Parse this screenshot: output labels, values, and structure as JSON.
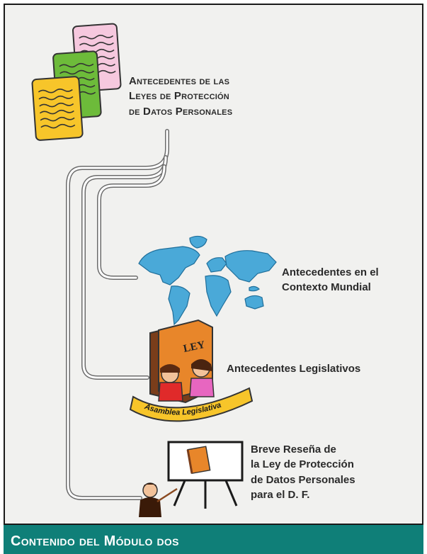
{
  "main_title": {
    "lines": [
      "Antecedentes de las",
      "Leyes de Protección",
      "de Datos Personales"
    ]
  },
  "items": [
    {
      "icon": "world-map-icon",
      "lines": [
        "Antecedentes en el",
        "Contexto Mundial"
      ]
    },
    {
      "icon": "law-book-icon",
      "lines": [
        "Antecedentes Legislativos"
      ],
      "book_text": "LEY",
      "ribbon_text": "Asamblea Legislativa"
    },
    {
      "icon": "presenter-board-icon",
      "lines": [
        "Breve Reseña de",
        "la Ley de Protección",
        "de Datos Personales",
        "para el D. F."
      ]
    }
  ],
  "footer": {
    "title": "Contenido del Módulo dos"
  },
  "colors": {
    "footer_bg": "#0f7f78",
    "frame_bg": "#f1f1ef",
    "doc_pink": "#f6c8de",
    "doc_green": "#6dbb3a",
    "doc_yellow": "#f7c52a",
    "map_blue": "#4aa9d8"
  }
}
